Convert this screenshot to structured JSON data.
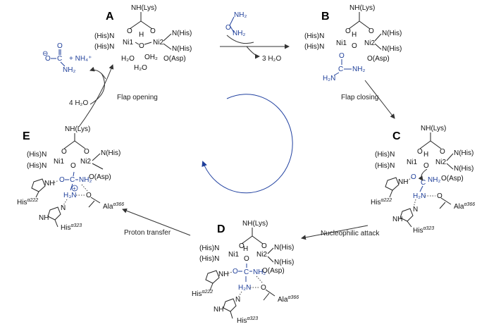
{
  "stages": {
    "A": {
      "label": "A",
      "nh_lys": "NH(Lys)",
      "his1": "(His)N",
      "his2": "(His)N",
      "ni1": "Ni1",
      "ni2": "Ni2",
      "o": "O",
      "h": "H",
      "nhis_a": "N(His)",
      "nhis_b": "N(His)",
      "water1": "H₂O",
      "water2": "OH₂",
      "asp": "O(Asp)",
      "free_water": "H₂O"
    },
    "B": {
      "label": "B",
      "nh_lys": "NH(Lys)",
      "his1": "(His)N",
      "his2": "(His)N",
      "ni1": "Ni1",
      "ni2": "Ni2",
      "o": "O",
      "h": "H",
      "nhis_a": "N(His)",
      "nhis_b": "N(His)",
      "asp": "O(Asp)",
      "urea_o": "O",
      "urea_c": "C",
      "urea_n1": "H₂N",
      "urea_n2": "NH₂"
    },
    "C": {
      "label": "C",
      "nh_lys": "NH(Lys)",
      "his1": "(His)N",
      "his2": "(His)N",
      "ni1": "Ni1",
      "ni2": "Ni2",
      "o": "O",
      "h": "H",
      "nhis_a": "N(His)",
      "nhis_b": "N(His)",
      "asp": "O(Asp)",
      "c": "C",
      "nh2": "NH₂",
      "hn": "H₂N",
      "o2": "O",
      "his222": "His",
      "his222_sup": "α222",
      "ala": "Ala",
      "ala_sup": "α366",
      "his323": "His",
      "his323_sup": "α323",
      "nh": "NH",
      "n": "N"
    },
    "D": {
      "label": "D",
      "nh_lys": "NH(Lys)",
      "his1": "(His)N",
      "his2": "(His)N",
      "ni1": "Ni1",
      "ni2": "Ni2",
      "o": "O",
      "h": "H",
      "nhis_a": "N(His)",
      "nhis_b": "N(His)",
      "asp": "O(Asp)",
      "c": "C",
      "nh2": "NH₂",
      "hn": "H₂N",
      "o2": "O",
      "his222": "His",
      "his222_sup": "α222",
      "ala": "Ala",
      "ala_sup": "α366",
      "his323": "His",
      "his323_sup": "α323",
      "nh": "NH",
      "n": "N"
    },
    "E": {
      "label": "E",
      "nh_lys": "NH(Lys)",
      "his1": "(His)N",
      "his2": "(His)N",
      "ni1": "Ni1",
      "ni2": "Ni2",
      "o": "O",
      "nhis_a": "N(His)",
      "asp": "O(Asp)",
      "c": "C",
      "nh2": "NH₂",
      "hn": "H₃N",
      "plus": "+",
      "o2": "O",
      "his222": "His",
      "his222_sup": "α222",
      "ala": "Ala",
      "ala_sup": "α366",
      "his323": "His",
      "his323_sup": "α323",
      "nh": "NH",
      "n": "N"
    }
  },
  "urea": {
    "nh2_top": "NH₂",
    "nh2_bottom": "NH₂",
    "o": "O"
  },
  "carbamate": {
    "minus": "⊖",
    "o_minus": "O",
    "c": "C",
    "nh2": "NH₂",
    "o": "O",
    "ammonium": "+ NH₄⁺"
  },
  "steps": {
    "water_out": "3 H₂O",
    "flap_closing": "Flap closing",
    "nucleophilic_attack": "Nucleophilic attack",
    "proton_transfer": "Proton transfer",
    "water_in": "4 H₂O",
    "flap_opening": "Flap opening"
  }
}
